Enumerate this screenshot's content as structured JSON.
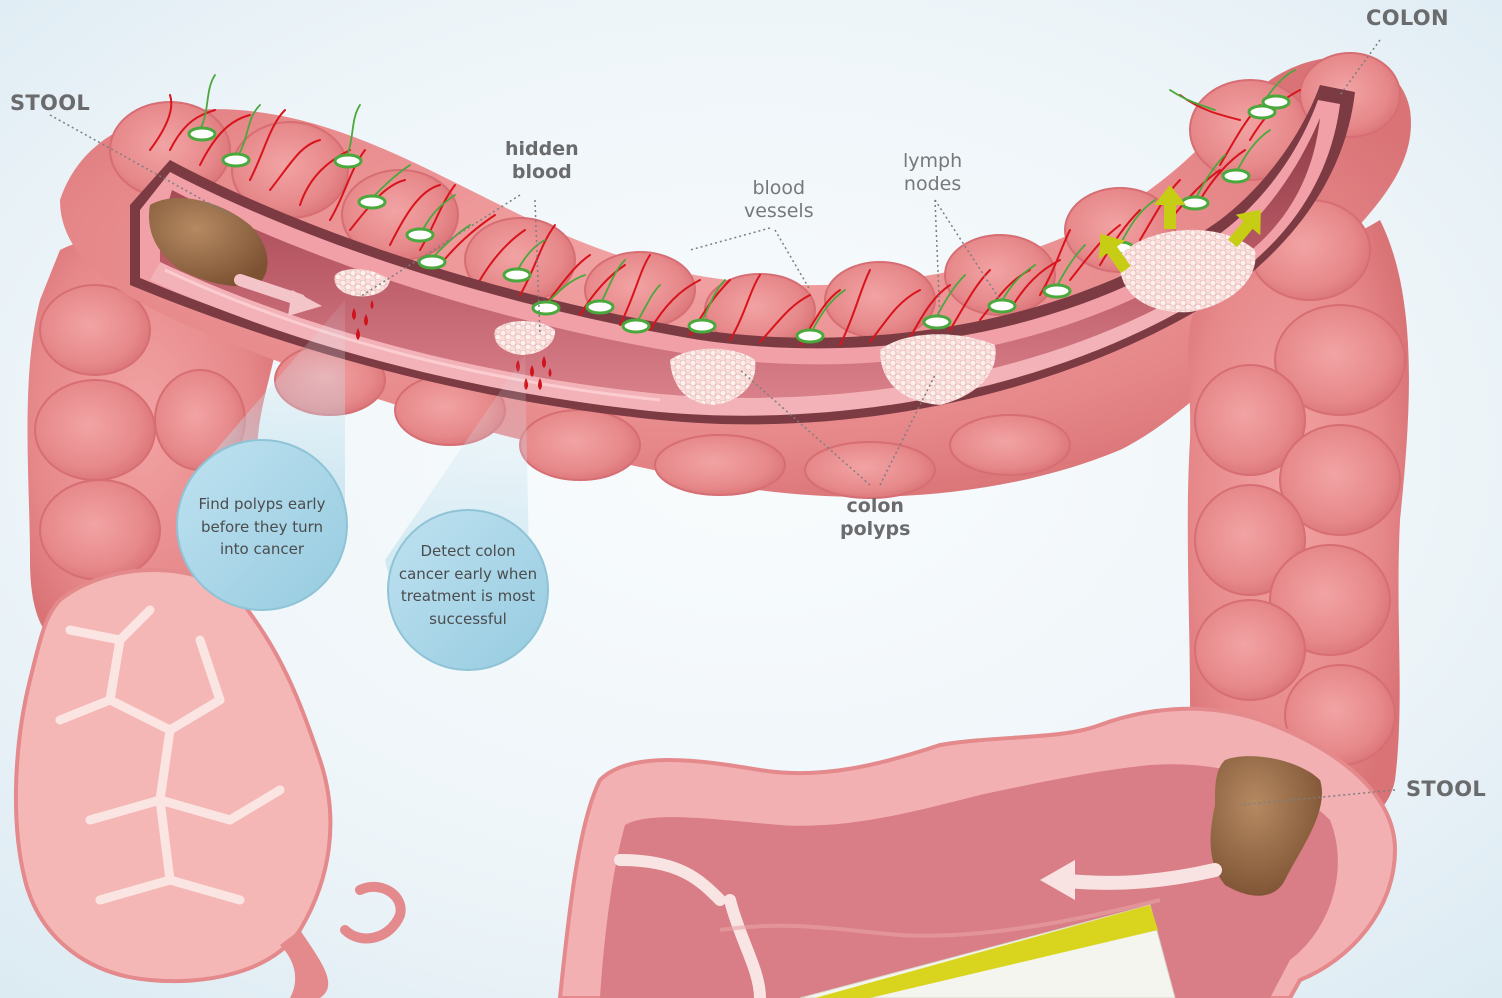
{
  "labels": {
    "colon": "COLON",
    "stool_left": "STOOL",
    "stool_right": "STOOL",
    "hidden_blood": [
      "hidden",
      "blood"
    ],
    "blood_vessels": [
      "blood",
      "vessels"
    ],
    "lymph_nodes": [
      "lymph",
      "nodes"
    ],
    "colon_polyps": [
      "colon",
      "polyps"
    ]
  },
  "callouts": {
    "find_polyps": [
      "Find polyps early",
      "before they turn",
      "into cancer"
    ],
    "detect_cancer": [
      "Detect colon",
      "cancer early when",
      "treatment is most",
      "successful"
    ]
  },
  "colors": {
    "background": "#e4f0f6",
    "colon_tissue": "#e88a8c",
    "colon_dark": "#d46d72",
    "lumen": "#b35862",
    "wall_outline": "#7a3a40",
    "stool": "#9a6b45",
    "blood": "#d0121b",
    "vessel_red": "#d8141c",
    "lymph_green": "#4aa83c",
    "spread_arrow": "#c7cd14",
    "callout_bubble": "#a9d6e8",
    "polyp": "#f8e0de"
  },
  "icons": {
    "spread_arrows": "arrow-icon",
    "stool_flow_arrows": "arrow-icon"
  }
}
